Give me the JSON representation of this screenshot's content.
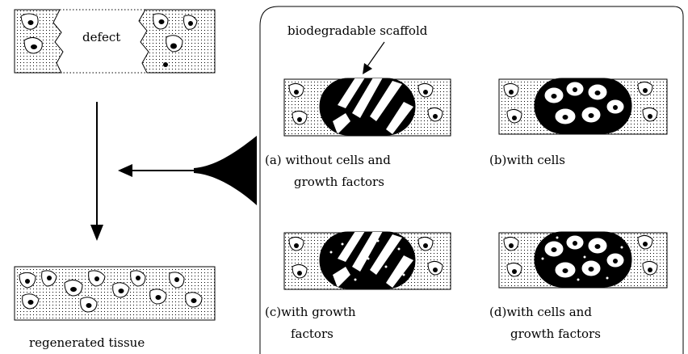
{
  "left_panel": {
    "defect_label": "defect",
    "result_label": "regenerated tissue"
  },
  "right_panel": {
    "scaffold_label": "biodegradable scaffold",
    "cases": [
      {
        "letter": "(a)",
        "line1": "without cells and",
        "line2": "growth factors"
      },
      {
        "letter": "(b)",
        "line1": "with cells",
        "line2": ""
      },
      {
        "letter": "(c)",
        "line1": "with growth",
        "line2": "factors"
      },
      {
        "letter": "(d)",
        "line1": "with cells and",
        "line2": "growth factors"
      }
    ]
  },
  "colors": {
    "ink": "#000000",
    "background": "#ffffff"
  }
}
